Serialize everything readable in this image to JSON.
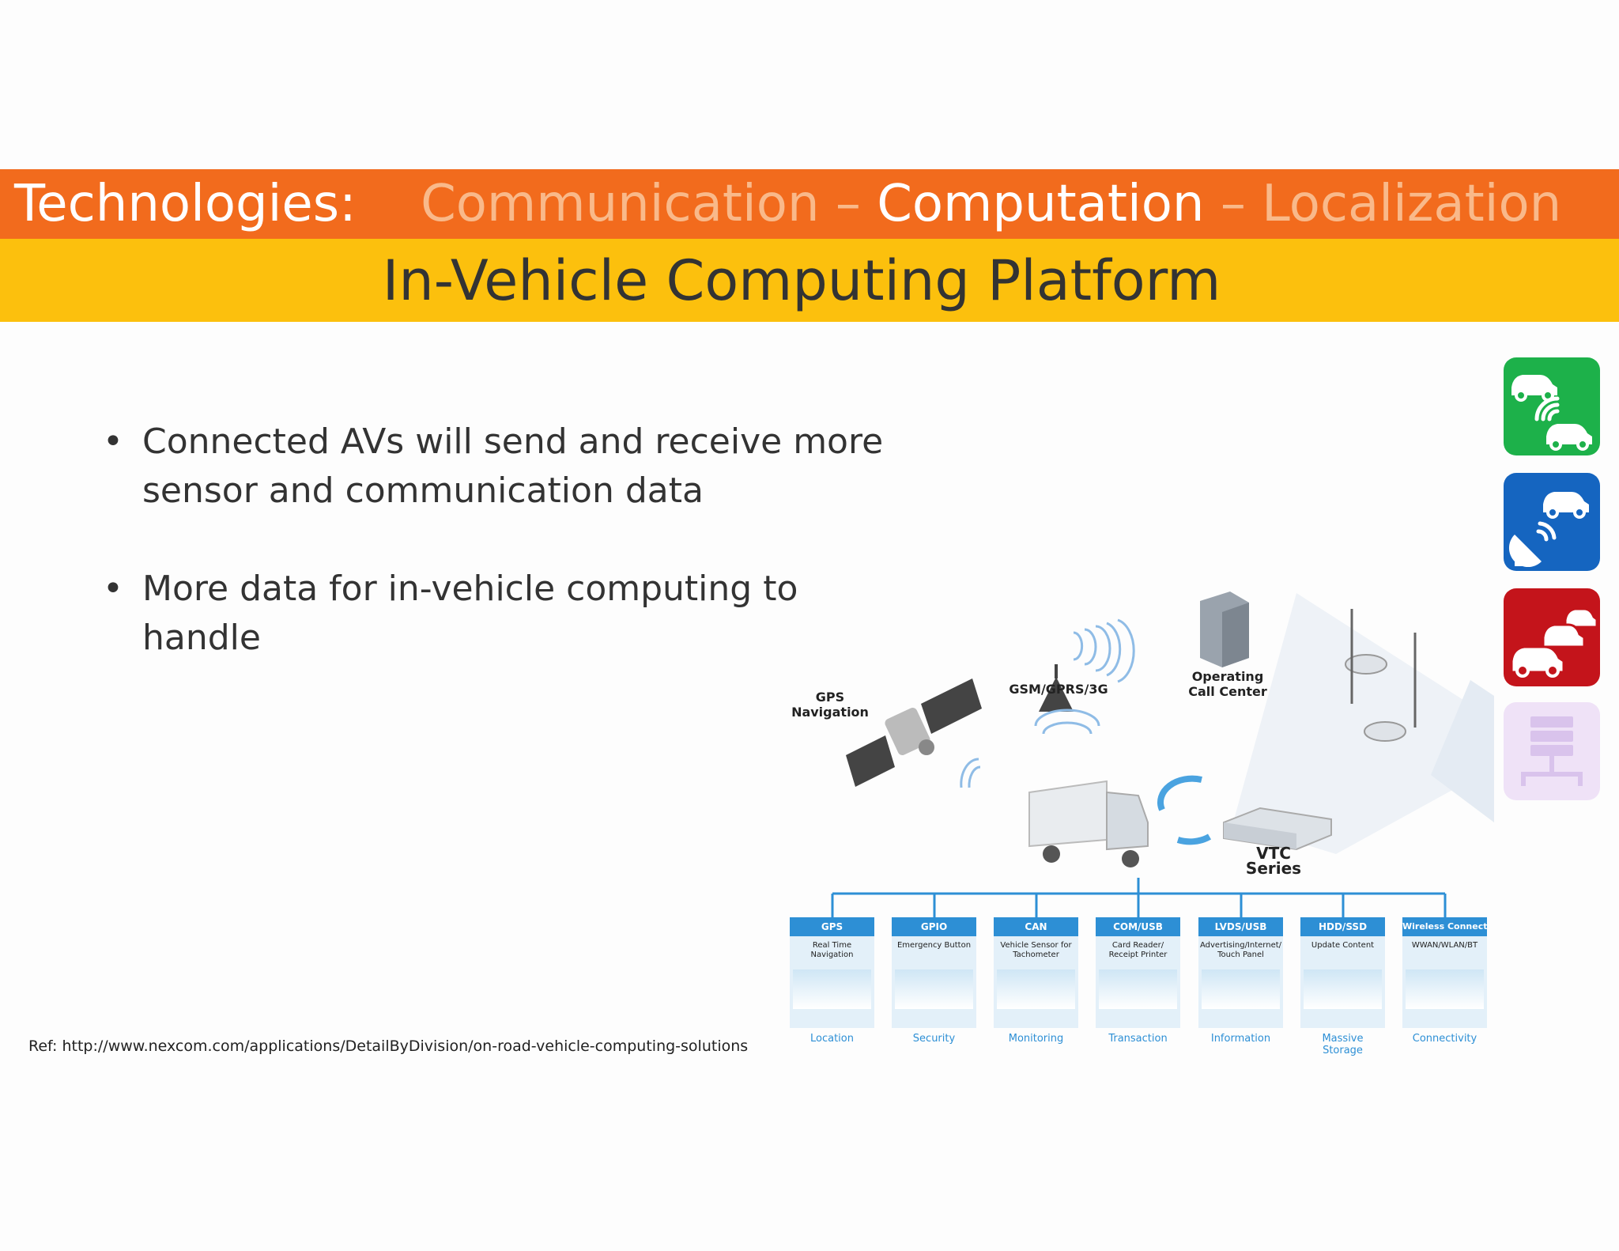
{
  "header": {
    "label": "Technologies:",
    "tabs": [
      {
        "label": "Communication",
        "active": false
      },
      {
        "label": "Computation",
        "active": true
      },
      {
        "label": "Localization",
        "active": false
      }
    ],
    "separator": "–"
  },
  "title": "In-Vehicle Computing Platform",
  "bullets": [
    "Connected AVs will send and receive more sensor and communication data",
    "More data for in-vehicle computing to handle"
  ],
  "reference": "Ref: http://www.nexcom.com/applications/DetailByDivision/on-road-vehicle-computing-solutions",
  "diagram": {
    "gps_label_1": "GPS",
    "gps_label_2": "Navigation",
    "tower_label": "GSM/GPRS/3G",
    "call_center_1": "Operating",
    "call_center_2": "Call Center",
    "device_label": "VTC Series",
    "modules": [
      {
        "head": "GPS",
        "desc": "Real Time Navigation",
        "foot": "Location"
      },
      {
        "head": "GPIO",
        "desc": "Emergency Button",
        "foot": "Security"
      },
      {
        "head": "CAN",
        "desc": "Vehicle Sensor for Tachometer",
        "foot": "Monitoring"
      },
      {
        "head": "COM/USB",
        "desc": "Card Reader/ Receipt Printer",
        "foot": "Transaction"
      },
      {
        "head": "LVDS/USB",
        "desc": "Advertising/Internet/ Touch Panel",
        "foot": "Information"
      },
      {
        "head": "HDD/SSD",
        "desc": "Update Content",
        "foot": "Massive Storage"
      },
      {
        "head": "Wireless Connection",
        "desc": "WWAN/WLAN/BT",
        "foot": "Connectivity"
      }
    ]
  },
  "colors": {
    "header_bar": "#f26b1d",
    "title_bar": "#fcc00d",
    "icon_green": "#1db14a",
    "icon_blue": "#1565c0",
    "icon_red": "#c4141b",
    "icon_lilac": "#efe2f7",
    "module_blue": "#2d8fd5"
  },
  "side_icons": [
    "connected-cars-icon",
    "satellite-car-icon",
    "traffic-cars-icon",
    "server-network-icon"
  ]
}
